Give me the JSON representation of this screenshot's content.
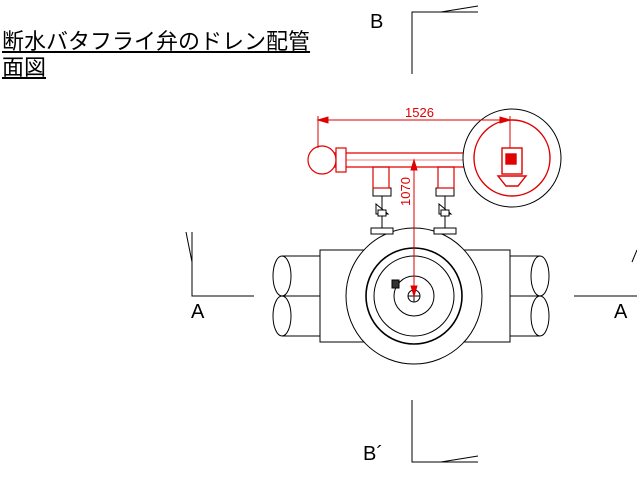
{
  "title": "断水バタフライ弁のドレン配管\n面図",
  "section_labels": {
    "top": "B",
    "bottom": "B´",
    "left": "A",
    "right": "A"
  },
  "dimensions": {
    "horizontal": "1526",
    "vertical": "1070"
  },
  "colors": {
    "linework": "#000000",
    "drain_piping": "#e00000"
  }
}
